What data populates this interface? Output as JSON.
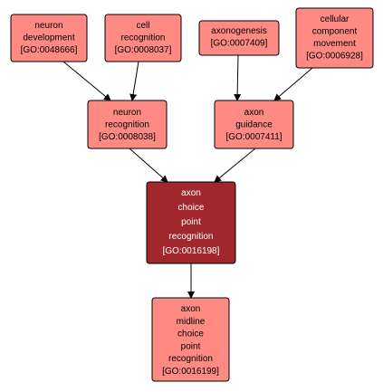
{
  "colors": {
    "node_fill": "#ff8a84",
    "node_stroke": "#000000",
    "focus_fill": "#a0282c",
    "focus_text": "#ffffff",
    "text": "#000000",
    "edge": "#000000"
  },
  "nodes": {
    "neuron_development": {
      "lines": [
        "neuron",
        "development",
        "[GO:0048666]"
      ]
    },
    "cell_recognition": {
      "lines": [
        "cell",
        "recognition",
        "[GO:0008037]"
      ]
    },
    "axonogenesis": {
      "lines": [
        "axonogenesis",
        "[GO:0007409]"
      ]
    },
    "cellular_component_movement": {
      "lines": [
        "cellular",
        "component",
        "movement",
        "[GO:0006928]"
      ]
    },
    "neuron_recognition": {
      "lines": [
        "neuron",
        "recognition",
        "[GO:0008038]"
      ]
    },
    "axon_guidance": {
      "lines": [
        "axon",
        "guidance",
        "[GO:0007411]"
      ]
    },
    "axon_choice_point_recognition": {
      "lines": [
        "axon",
        "choice",
        "point",
        "recognition",
        "[GO:0016198]"
      ],
      "focus": true
    },
    "axon_midline_choice_point_recognition": {
      "lines": [
        "axon",
        "midline",
        "choice",
        "point",
        "recognition",
        "[GO:0016199]"
      ]
    }
  }
}
